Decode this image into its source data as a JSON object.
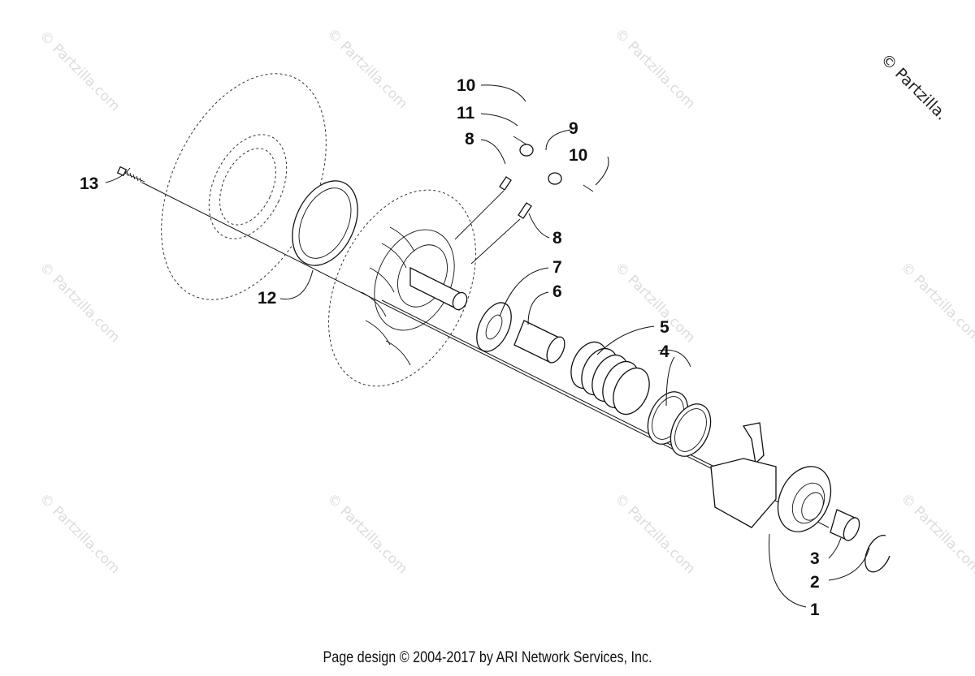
{
  "watermark": {
    "text": "© Partzilla.com",
    "corner_text": "© Partzilla."
  },
  "callouts": {
    "c1": "1",
    "c2": "2",
    "c3": "3",
    "c4": "4",
    "c5": "5",
    "c6": "6",
    "c7": "7",
    "c8a": "8",
    "c8b": "8",
    "c9": "9",
    "c10a": "10",
    "c10b": "10",
    "c11": "11",
    "c12": "12",
    "c13": "13"
  },
  "footer": {
    "text": "Page design © 2004-2017 by ARI Network Services, Inc."
  },
  "colors": {
    "ink": "#111111",
    "watermark": "#dcdcdc",
    "background": "#ffffff"
  }
}
